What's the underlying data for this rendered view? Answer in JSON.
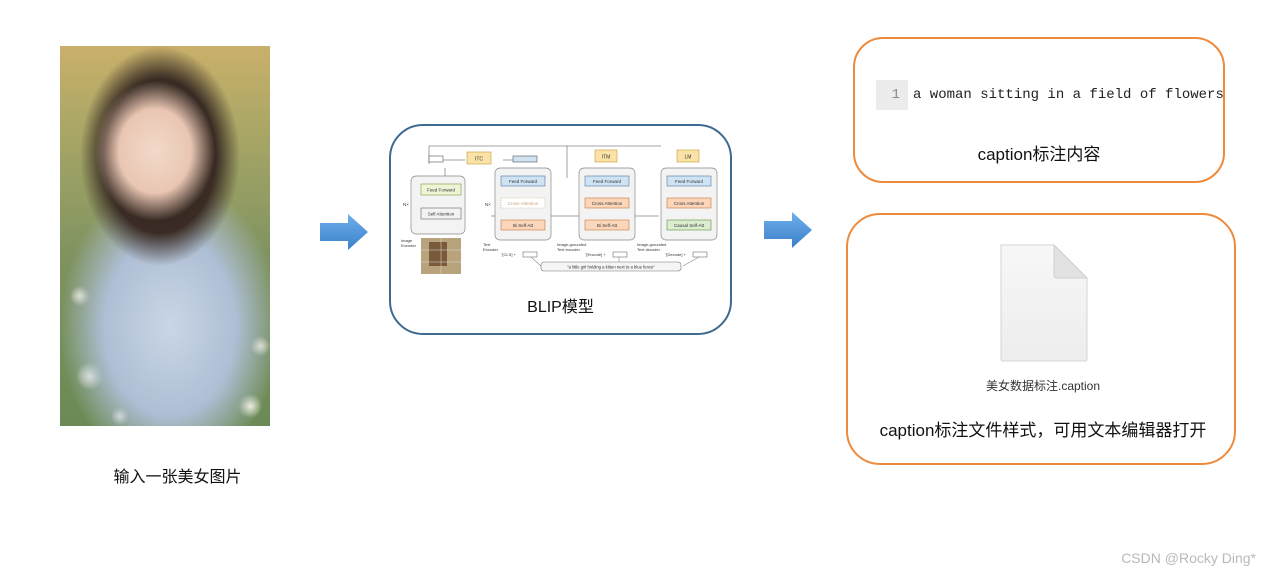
{
  "input": {
    "caption": "输入一张美女图片"
  },
  "blip": {
    "title": "BLIP模型",
    "heads": [
      "ITC",
      "ITM",
      "LM"
    ],
    "feed_forward": "Feed Forward",
    "self_attention": "Self Attention",
    "cross_attention": "Cross Attention",
    "bi_self_att": "Bi Self-Att",
    "causal_self_att": "Causal Self-Att",
    "nx": "N×",
    "image_encoder": [
      "Image",
      "Encoder"
    ],
    "text_encoder": [
      "Text",
      "Encoder"
    ],
    "grounded_encoder": [
      "Image-grounded",
      "Text encoder"
    ],
    "grounded_decoder": [
      "Image-grounded",
      "Text decoder"
    ],
    "token_cls": "\"[CLS] +",
    "token_encode": "\"[Encode] +",
    "token_decode": "\"[Decode] +",
    "sample_text": "\"a little girl holding a kitten next to a blue fence\""
  },
  "caption_box": {
    "line_number": "1",
    "caption_text": "a woman sitting in a field of flowers",
    "label": "caption标注内容"
  },
  "file_box": {
    "file_name": "美女数据标注.caption",
    "description": "caption标注文件样式，可用文本编辑器打开"
  },
  "watermark": "CSDN @Rocky Ding*",
  "colors": {
    "blip_border": "#3e6a92",
    "caption_border": "#ed8a3c",
    "arrow_fill": "#4a90d9"
  }
}
